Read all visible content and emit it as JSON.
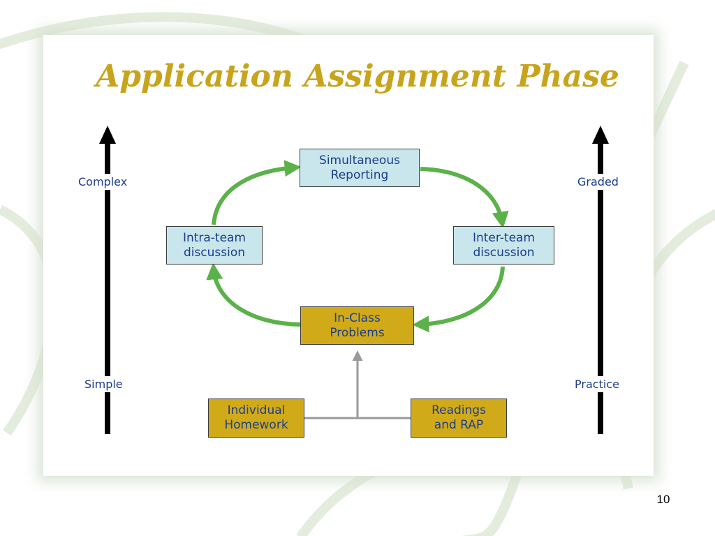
{
  "slide": {
    "title": "Application Assignment Phase",
    "page_number": "10"
  },
  "colors": {
    "title": "#c8a41c",
    "cycle_arrow": "#5bb14a",
    "connector": "#9a9a9a",
    "box_blue": "#c9e6ec",
    "box_gold": "#d1aa1a",
    "text_blue": "#1b3d8a"
  },
  "diagram": {
    "boxes": {
      "simultaneous_reporting": "Simultaneous\nReporting",
      "intra_team": "Intra-team\ndiscussion",
      "inter_team": "Inter-team\ndiscussion",
      "in_class": "In-Class\nProblems",
      "individual_homework": "Individual\nHomework",
      "readings_rap": "Readings\nand RAP"
    },
    "left_axis": {
      "top_label": "Complex",
      "bottom_label": "Simple"
    },
    "right_axis": {
      "top_label": "Graded",
      "bottom_label": "Practice"
    }
  }
}
